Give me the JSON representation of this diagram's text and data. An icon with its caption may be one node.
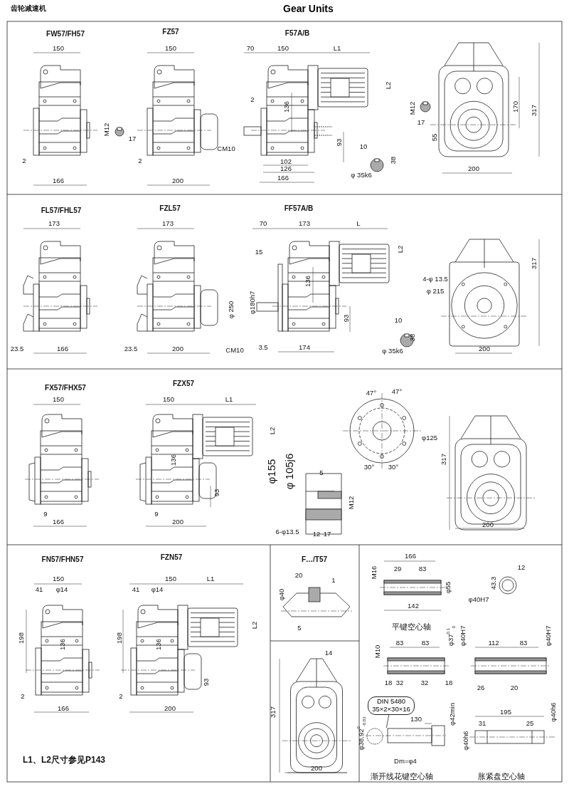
{
  "diagram": {
    "title": "Gear Units",
    "nodes": [
      {
        "text": [
          "DIN 5480 35×2×30×16"
        ]
      },
      {
        "text": [],
        "shape": "picture"
      }
    ],
    "edges": [
      {
        "from": 0,
        "to": 1,
        "arrow": "none"
      }
    ],
    "labels": [
      "齿轮减速机",
      "FW57/FH57",
      "150",
      "2",
      "166",
      "M12",
      "17",
      "FZ57",
      "150",
      "2",
      "200",
      "F57A/B",
      "70",
      "150",
      "L1",
      "2",
      "L2",
      "136",
      "CM10",
      "93",
      "102",
      "126",
      "166",
      "10",
      "38",
      "φ 35k6",
      "M12",
      "17",
      "55",
      "170",
      "317",
      "200",
      "FL57/FHL57",
      "173",
      "23.5",
      "166",
      "FZL57",
      "173",
      "23.5",
      "200",
      "FF57A/B",
      "70",
      "173",
      "L",
      "15",
      "L2",
      "136",
      "φ 250",
      "φ180h7",
      "CM10",
      "3.5",
      "174",
      "93",
      "10",
      "38",
      "φ 35k6",
      "4-φ 13.5",
      "φ 215",
      "317",
      "200",
      "FX57/FHX57",
      "150",
      "9",
      "166",
      "FZX57",
      "150",
      "L1",
      "L2",
      "136",
      "93",
      "9",
      "200",
      "φ155",
      "φ 105j6",
      "5",
      "M12",
      "6-φ13.5",
      "12",
      "17",
      "47°",
      "47°",
      "φ125",
      "30°",
      "30°",
      "317",
      "200",
      "FN57/FHN57",
      "150",
      "41",
      "φ14",
      "198",
      "136",
      "2",
      "166",
      "FZN57",
      "150",
      "L1",
      "41",
      "φ14",
      "198",
      "136",
      "L2",
      "93",
      "2",
      "200",
      "L1、L2尺寸参见P143",
      "F…/T57",
      "20",
      "1",
      "φ40",
      "5",
      "14",
      "317",
      "200",
      "166",
      "29",
      "83",
      "M16",
      "φ55",
      "142",
      "平键空心轴",
      "12",
      "43.3",
      "φ40H7",
      "83",
      "83",
      "M10",
      "φ37$^{0.1}$$_{0}$",
      "18",
      "32",
      "32",
      "18",
      "φ40H7",
      "112",
      "83",
      "φ40H7",
      "26",
      "20",
      "130",
      "φ42min",
      "φ38.92$^{0}$$_{-0.03}$",
      "Dm=φ4",
      "渐开线花键空心轴",
      "195",
      "31",
      "25",
      "φ40h6",
      "φ40h6",
      "胀紧盘空心轴"
    ]
  }
}
